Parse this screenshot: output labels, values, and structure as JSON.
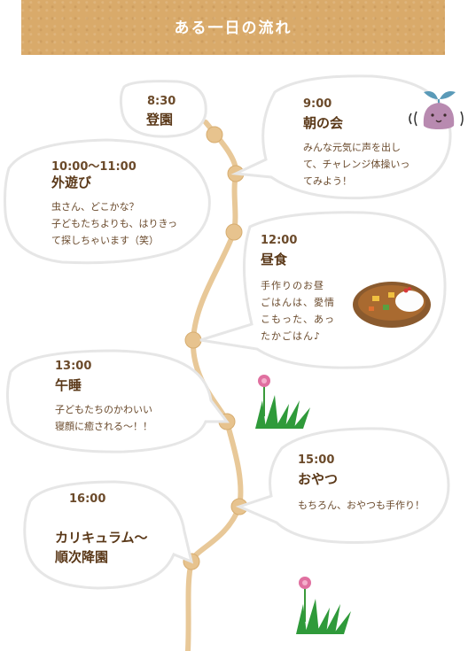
{
  "header": {
    "title": "ある一日の流れ"
  },
  "events": [
    {
      "time": "8:30",
      "title": "登園",
      "desc": ""
    },
    {
      "time": "9:00",
      "title": "朝の会",
      "desc": "みんな元気に声を出し\nて、チャレンジ体操いっ\nてみよう！"
    },
    {
      "time": "10:00〜11:00",
      "title": "外遊び",
      "desc": "虫さん、どこかな？\n子どもたちよりも、はりきっ\nて探しちゃいます（笑）"
    },
    {
      "time": "12:00",
      "title": "昼食",
      "desc": "手作りのお昼\nごはんは、愛情\nこもった、あっ\nたかごはん♪"
    },
    {
      "time": "13:00",
      "title": "午睡",
      "desc": "子どもたちのかわいい\n寝顔に癒される〜！！"
    },
    {
      "time": "15:00",
      "title": "おやつ",
      "desc": "もちろん、おやつも手作り！"
    },
    {
      "time": "16:00",
      "title": "カリキュラム〜\n順次降園",
      "desc": ""
    }
  ],
  "icons": [
    "sprout-character-icon",
    "curry-rice-icon",
    "flower-grass-icon"
  ]
}
